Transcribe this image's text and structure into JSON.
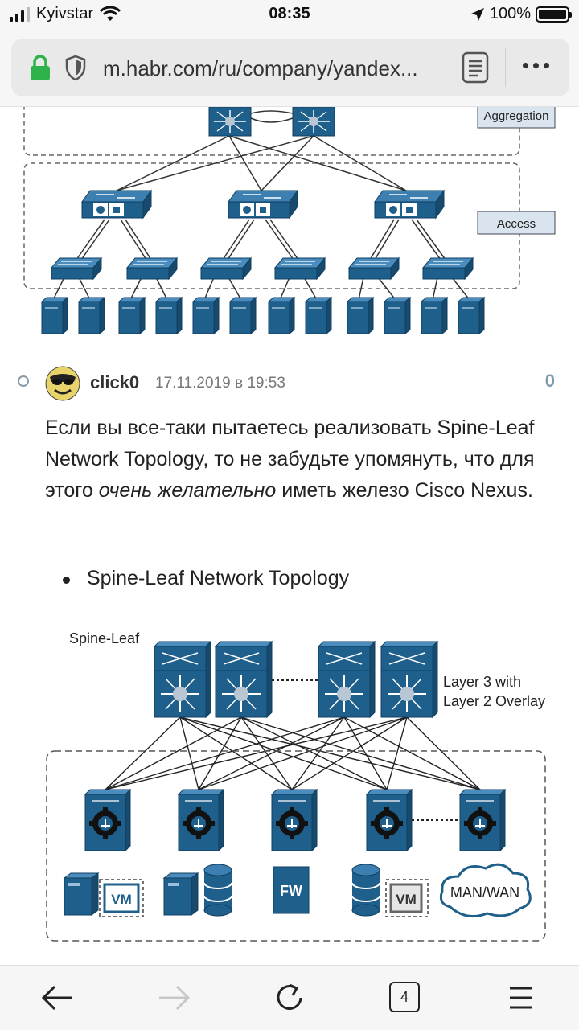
{
  "status_bar": {
    "carrier": "Kyivstar",
    "time": "08:35",
    "battery": "100%"
  },
  "browser": {
    "url": "m.habr.com/ru/company/yandex..."
  },
  "diagram_top": {
    "labels": {
      "aggregation": "Aggregation",
      "access": "Access"
    }
  },
  "comment": {
    "username": "click0",
    "datetime": "17.11.2019 в 19:53",
    "score": "0",
    "text_part1": "Если вы все-таки пытаетесь реализовать Spine-Leaf Network Topology, то не забудьте упомянуть, что для этого ",
    "text_emphasis": "очень желательно",
    "text_part2": " иметь железо Cisco Nexus.",
    "bullets": [
      "Spine-Leaf Network Topology"
    ]
  },
  "diagram_bottom": {
    "title": "Spine-Leaf",
    "layer_label_1": "Layer 3 with",
    "layer_label_2": "Layer 2 Overlay",
    "vm_label": "VM",
    "fw_label": "FW",
    "wan_label": "MAN/WAN"
  },
  "toolbar": {
    "tab_count": "4"
  },
  "colors": {
    "device_blue": "#1f5f8b",
    "device_light": "#6aa2c8",
    "label_box": "#d9e4ee",
    "score_color": "#7f99ad",
    "lock_green": "#2db34a"
  }
}
